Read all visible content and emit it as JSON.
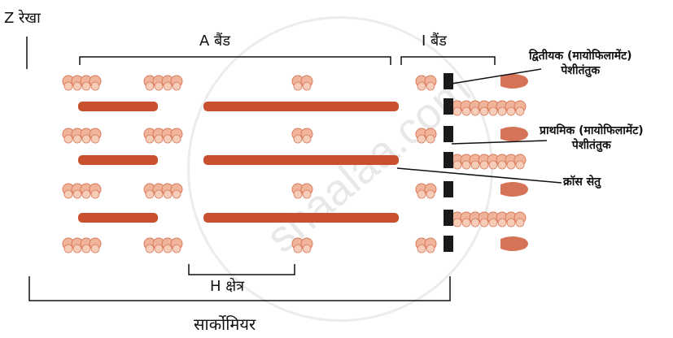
{
  "labels": {
    "z_line": "Z रेखा",
    "a_band": "A बैंड",
    "i_band": "I बैंड",
    "secondary_line1": "द्वितीयक (मायोफिलामेंट)",
    "secondary_line2": "पेशीतंतुक",
    "primary_line1": "प्राथमिक (मायोफिलामेंट)",
    "primary_line2": "पेशीतंतुक",
    "cross_bridge": "क्रॉस सेतु",
    "h_zone": "H क्षेत्र",
    "sarcomere": "सार्कोमियर"
  },
  "watermark": "shaalaa.com",
  "colors": {
    "thick": "#c9502e",
    "thin": "#f0b49a",
    "zline": "#1a1a1a"
  }
}
